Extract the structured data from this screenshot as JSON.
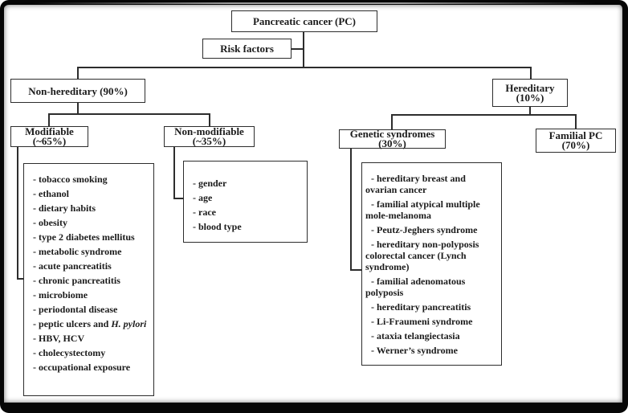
{
  "figure": {
    "type": "flowchart",
    "topic": "Pancreatic cancer risk factors"
  },
  "bullet": "-",
  "boxes": {
    "pc": {
      "label": "Pancreatic cancer (PC)"
    },
    "risk_factors": {
      "label": "Risk factors"
    },
    "non_hereditary": {
      "label": "Non-hereditary (90%)"
    },
    "hereditary": {
      "label": "Hereditary (10%)"
    },
    "modifiable": {
      "label": "Modifiable (~65%)"
    },
    "non_modifiable": {
      "label": "Non-modifiable (~35%)"
    },
    "genetic_syndromes": {
      "label": "Genetic syndromes (30%)"
    },
    "familial_pc": {
      "label": "Familial PC (70%)"
    }
  },
  "lists": {
    "modifiable": [
      "tobacco smoking",
      "ethanol",
      "dietary habits",
      "obesity",
      "type 2 diabetes mellitus",
      "metabolic syndrome",
      "acute pancreatitis",
      "chronic pancreatitis",
      "microbiome",
      "periodontal disease",
      "peptic ulcers and *H. pylori*",
      "HBV, HCV",
      "cholecystectomy",
      "occupational exposure"
    ],
    "non_modifiable": [
      "gender",
      "age",
      "race",
      "blood type"
    ],
    "genetic_syndromes": [
      "hereditary breast and ovarian cancer",
      "familial atypical multiple mole-melanoma",
      "Peutz-Jeghers syndrome",
      "hereditary non-polyposis colorectal cancer (Lynch syndrome)",
      "familial adenomatous polyposis",
      "hereditary pancreatitis",
      "Li-Fraumeni syndrome",
      "ataxia telangiectasia",
      "Werner’s syndrome"
    ]
  }
}
